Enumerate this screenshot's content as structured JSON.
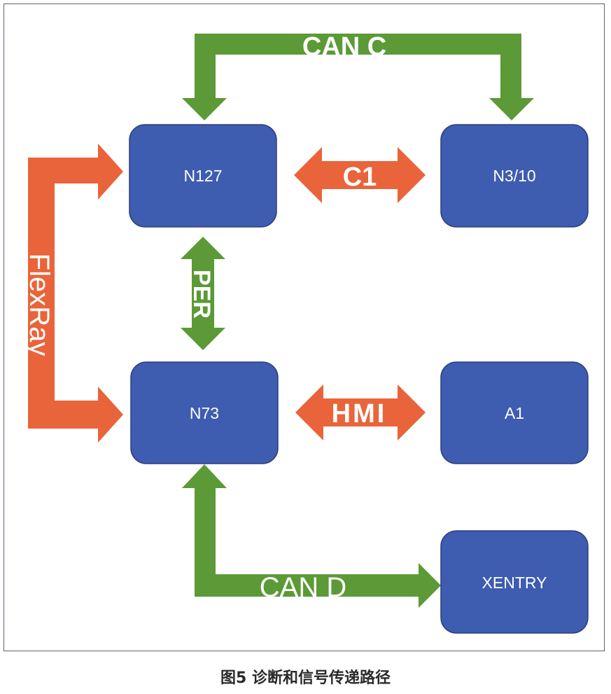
{
  "nodes": {
    "n127": "N127",
    "n310": "N3/10",
    "n73": "N73",
    "a1": "A1",
    "xentry": "XENTRY"
  },
  "links": {
    "can_c": "CAN C",
    "c1": "C1",
    "per": "PER",
    "flexray": "FlexRay",
    "hmi": "HMI",
    "can_d": "CAN D"
  },
  "colors": {
    "node_fill": "#3e5cb0",
    "green_bus": "#5b9a36",
    "orange_bus": "#e9643a"
  },
  "caption": "图5 诊断和信号传递路径"
}
